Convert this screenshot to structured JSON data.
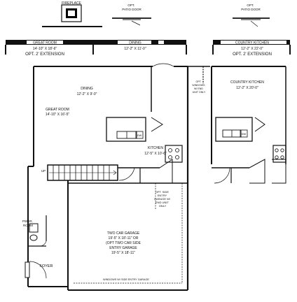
{
  "top_labels": {
    "fireplace": "FIREPLACE",
    "opt_patio_door_left": "OPT.\nPATIO DOOR",
    "opt_patio_door_right": "OPT.\nPATIO DOOR"
  },
  "extension_labels": {
    "left_room": "GREAT ROOM",
    "left_dims": "14'-10\" X 18'-6\"",
    "left_option": "OPT. 2' EXTENSION",
    "middle_room": "DINING",
    "middle_dims": "12'-2\" X 11'-0\"",
    "right_room": "COUNTRY KITCHEN",
    "right_dims": "12'-2\" X 22'-0\"",
    "right_option": "OPT. 2' EXTENSION"
  },
  "main_plan": {
    "dining": "DINING",
    "dining_dims": "12'-2\" X 9'-0\"",
    "great_room": "GREAT ROOM",
    "great_room_dims": "14'-10\" X 16'-5\"",
    "kitchen": "KITCHEN",
    "kitchen_dims": "12'-5\" X 10'-6\"",
    "dw": "DW",
    "up": "UP",
    "powder": "PWDR.\nROOM",
    "foyer": "FOYER",
    "garage": "TWO CAR GARAGE",
    "garage_dims": "19'-5\" X 18'-11\" OR",
    "garage_opt1": "(OPT TWO CAR SIDE",
    "garage_opt2": "ENTRY GARAGE",
    "garage_opt_dims": "19'-5\" X 18'-11\"",
    "side_entry_note": "OPT. SIDE\nENTRY\nGARAGE W/\nEND UNIT\nONLY",
    "windows_note": "WINDOWS W/ SIDE ENTRY GARAGE"
  },
  "country_kitchen_plan": {
    "opt_windows_note": "OPT.\nWINDOWS\nW/ END\nUNIT ONLY",
    "title": "COUNTRY KITCHEN",
    "dims": "12'-2\" X 20'-0\"",
    "dw": "DW"
  }
}
